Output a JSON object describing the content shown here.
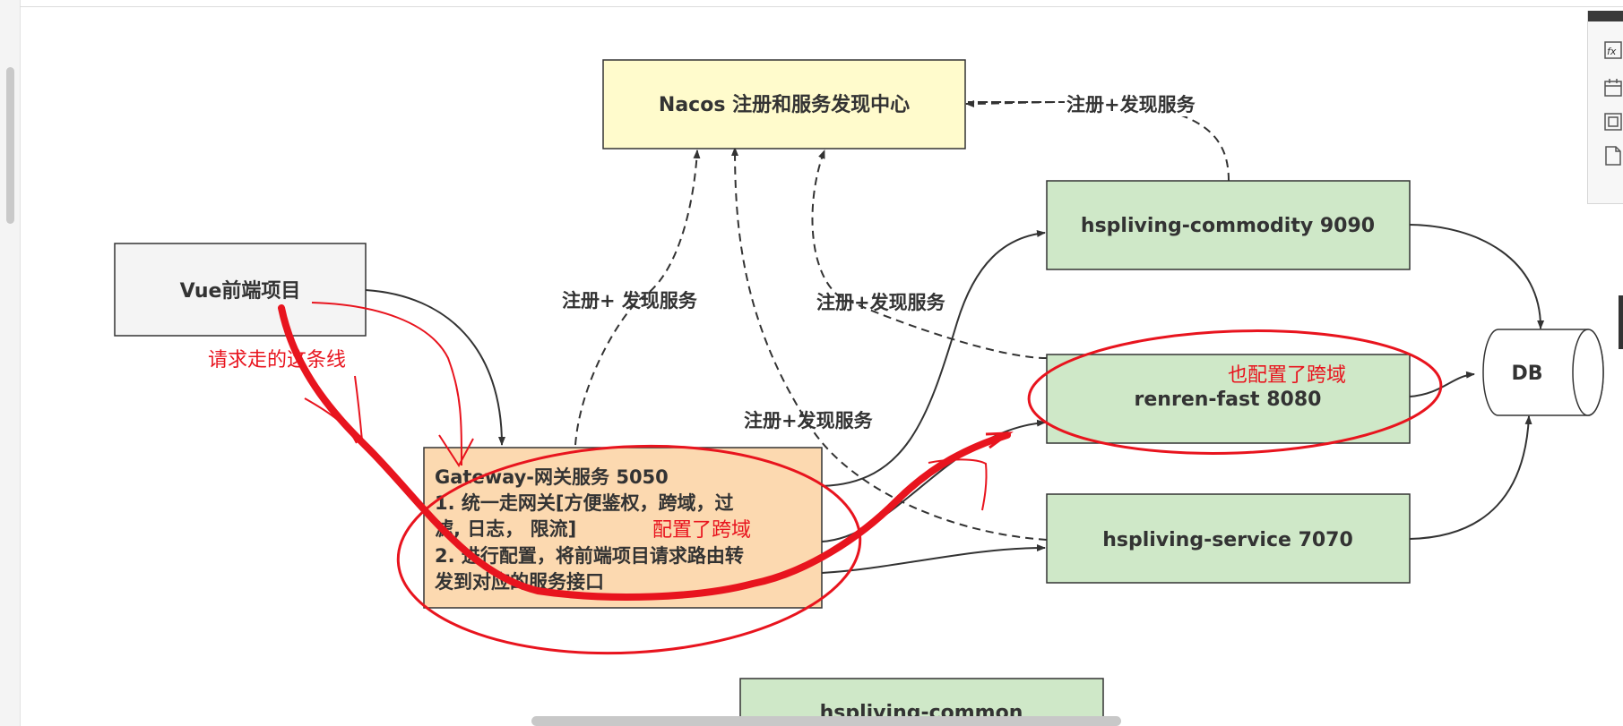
{
  "nodes": {
    "nacos": "Nacos 注册和服务发现中心",
    "vue": "Vue前端项目",
    "commodity": "hspliving-commodity 9090",
    "renren": "renren-fast 8080",
    "service": "hspliving-service 7070",
    "db": "DB",
    "common": "hspliving-common",
    "gateway_title": "Gateway-网关服务 5050",
    "gateway_line1": "1. 统一走网关[方便鉴权，跨域，过",
    "gateway_line2": "滤, 日志， 限流]",
    "gateway_line3": "2. 进行配置，将前端项目请求路由转",
    "gateway_line4": "发到对应的服务接口"
  },
  "edge_labels": {
    "register_top": "注册+发现服务",
    "register_gateway": "注册+ 发现服务",
    "register_renren": "注册+发现服务",
    "register_service": "注册+发现服务"
  },
  "annotations": {
    "request_path": "请求走的这条线",
    "gateway_cors": "配置了跨域",
    "renren_cors": "也配置了跨域"
  },
  "colors": {
    "nacos_fill": "#fffbcc",
    "vue_fill": "#f4f4f4",
    "service_fill": "#cfe8c8",
    "gateway_fill": "#fcd9b0",
    "annotation_red": "#e8141e"
  },
  "icons": [
    "fx-icon",
    "calendar-icon",
    "frame-icon",
    "page-icon"
  ]
}
